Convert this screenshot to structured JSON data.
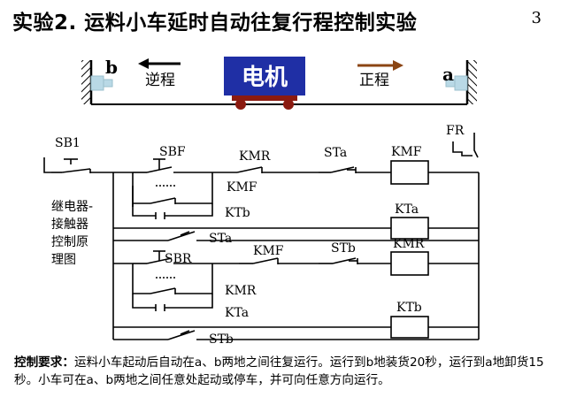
{
  "title": "实验2. 运料小车延时自动往复行程控制实验",
  "page_number": "3",
  "track": {
    "motor_label": "电机",
    "left_end": "b",
    "right_end": "a",
    "reverse_label": "逆程",
    "forward_label": "正程"
  },
  "side_caption": [
    "继电器-",
    "接触器",
    "控制原",
    "理图"
  ],
  "circuit_labels": {
    "sb1": "SB1",
    "sbf": "SBF",
    "kmr_nc_top": "KMR",
    "sta_nc": "STa",
    "kmf_coil": "KMF",
    "fr": "FR",
    "kmf_hold": "KMF",
    "ktb_contact": "KTb",
    "kta_coil": "KTa",
    "sta_no": "STa",
    "sbr": "SBR",
    "kmf_nc": "KMF",
    "stb_nc": "STb",
    "kmr_coil": "KMR",
    "kmr_hold": "KMR",
    "kta_contact": "KTa",
    "ktb_coil": "KTb",
    "stb_no": "STb"
  },
  "requirements": {
    "heading": "控制要求：",
    "body": "运料小车起动后自动在a、b两地之间往复运行。运行到b地装货20秒，运行到a地卸货15秒。小车可在a、b两地之间任意处起动或停车，并可向任意方向运行。"
  }
}
